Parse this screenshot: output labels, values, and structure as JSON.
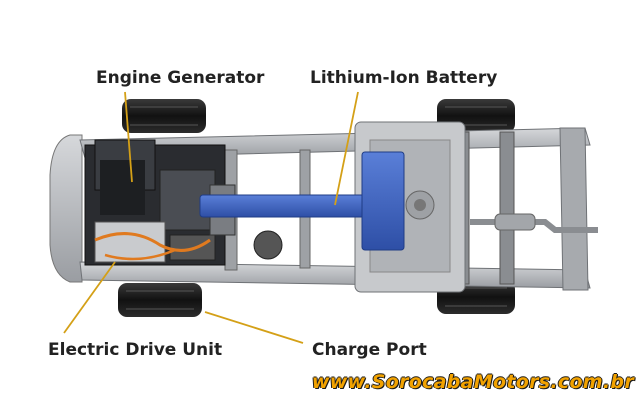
{
  "callouts": {
    "engine_generator": "Engine Generator",
    "battery": "Lithium-Ion Battery",
    "electric_drive_unit": "Electric Drive Unit",
    "charge_port": "Charge Port"
  },
  "watermark": "www.SorocabaMotors.com.br",
  "colors": {
    "leader_line": "#d4a017",
    "battery": "#3d63c2",
    "chassis": "#b8bbbf",
    "tire": "#1c1c1c",
    "label_text": "#222222",
    "watermark": "#f2a200"
  }
}
